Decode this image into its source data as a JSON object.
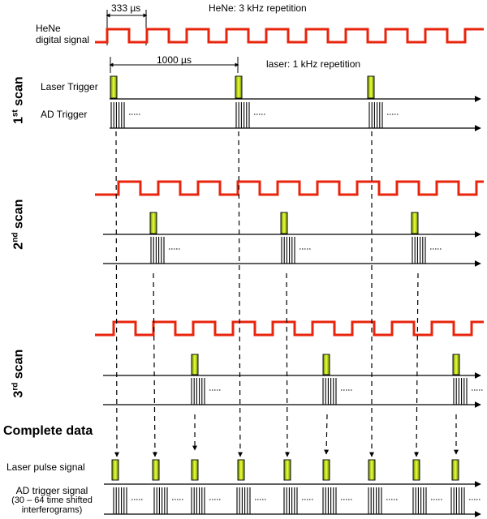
{
  "annotations": {
    "period_333": "333 µs",
    "hene_rep": "HeNe: 3 kHz repetition",
    "period_1000": "1000 µs",
    "laser_rep": "laser: 1 kHz repetition"
  },
  "labels": {
    "hene_signal_line1": "HeNe",
    "hene_signal_line2": "digital signal",
    "laser_trigger": "Laser Trigger",
    "ad_trigger": "AD Trigger",
    "complete_data": "Complete data",
    "laser_pulse_signal": "Laser pulse signal",
    "ad_trigger_signal_line1": "AD trigger signal",
    "ad_trigger_signal_line2": "(30 – 64 time shifted",
    "ad_trigger_signal_line3": "interferograms)"
  },
  "scans": [
    {
      "number": "1",
      "suffix": "st",
      "word": " scan"
    },
    {
      "number": "2",
      "suffix": "nd",
      "word": " scan"
    },
    {
      "number": "3",
      "suffix": "rd",
      "word": " scan"
    }
  ],
  "colors": {
    "hene_wave": "#e8240c",
    "pulse_fill_center": "#f2ff3a",
    "pulse_fill_edge": "#5e8a00",
    "axis": "#000000"
  }
}
